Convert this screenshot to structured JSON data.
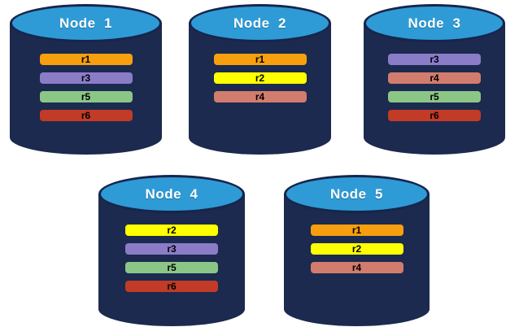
{
  "colors": {
    "background": "#FFFFFF",
    "cylinder_body": "#1B2A4E",
    "cylinder_top": "#2E9BD6",
    "cylinder_outline": "#17254C",
    "title_text": "#FFFFFF",
    "bar_text": "#000000"
  },
  "replica_colors": {
    "r1": "#F79F0E",
    "r2": "#FFFF00",
    "r3": "#8B7CC8",
    "r4": "#D27C6D",
    "r5": "#8CC687",
    "r6": "#C23B26"
  },
  "nodes": [
    {
      "label": "Node  1",
      "replicas": [
        "r1",
        "r3",
        "r5",
        "r6"
      ]
    },
    {
      "label": "Node  2",
      "replicas": [
        "r1",
        "r2",
        "r4"
      ]
    },
    {
      "label": "Node  3",
      "replicas": [
        "r3",
        "r4",
        "r5",
        "r6"
      ]
    },
    {
      "label": "Node  4",
      "replicas": [
        "r2",
        "r3",
        "r5",
        "r6"
      ]
    },
    {
      "label": "Node  5",
      "replicas": [
        "r1",
        "r2",
        "r4"
      ]
    }
  ]
}
